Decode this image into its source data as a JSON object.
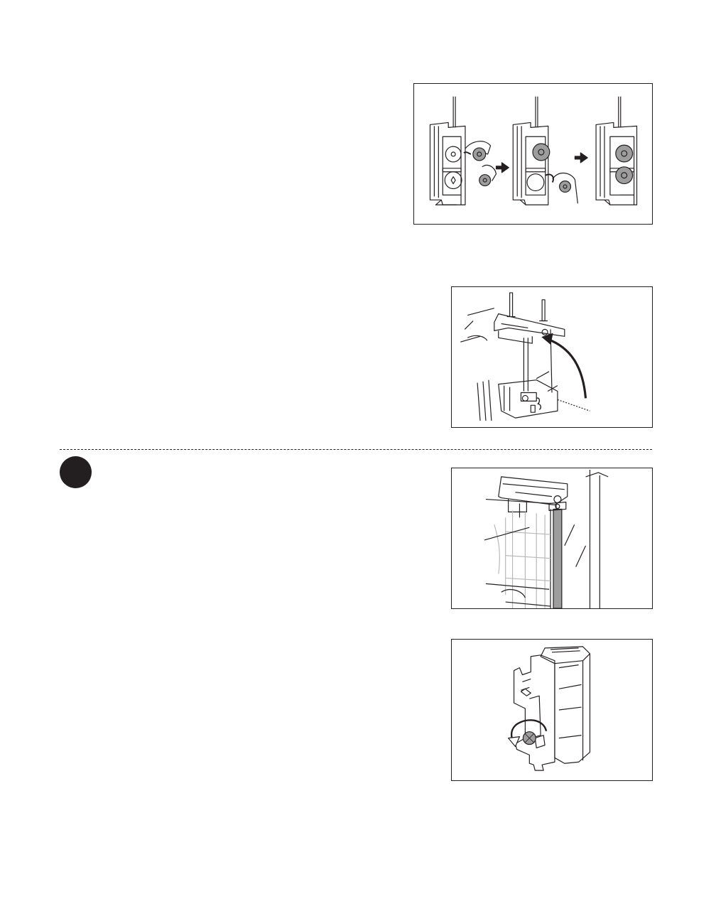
{
  "figures": [
    {
      "id": "fig1",
      "icon": "ribbon-cassette-reel-install-sequence"
    },
    {
      "id": "fig2",
      "icon": "lever-rotation-illustration"
    },
    {
      "id": "fig3",
      "icon": "guide-shaft-closeup-illustration"
    },
    {
      "id": "fig4",
      "icon": "cassette-knob-rotate-illustration"
    }
  ],
  "note": {
    "icon": "note-marker"
  },
  "colors": {
    "line": "#231f20",
    "fill_gray": "#9d9d9d",
    "paper": "#ffffff"
  }
}
